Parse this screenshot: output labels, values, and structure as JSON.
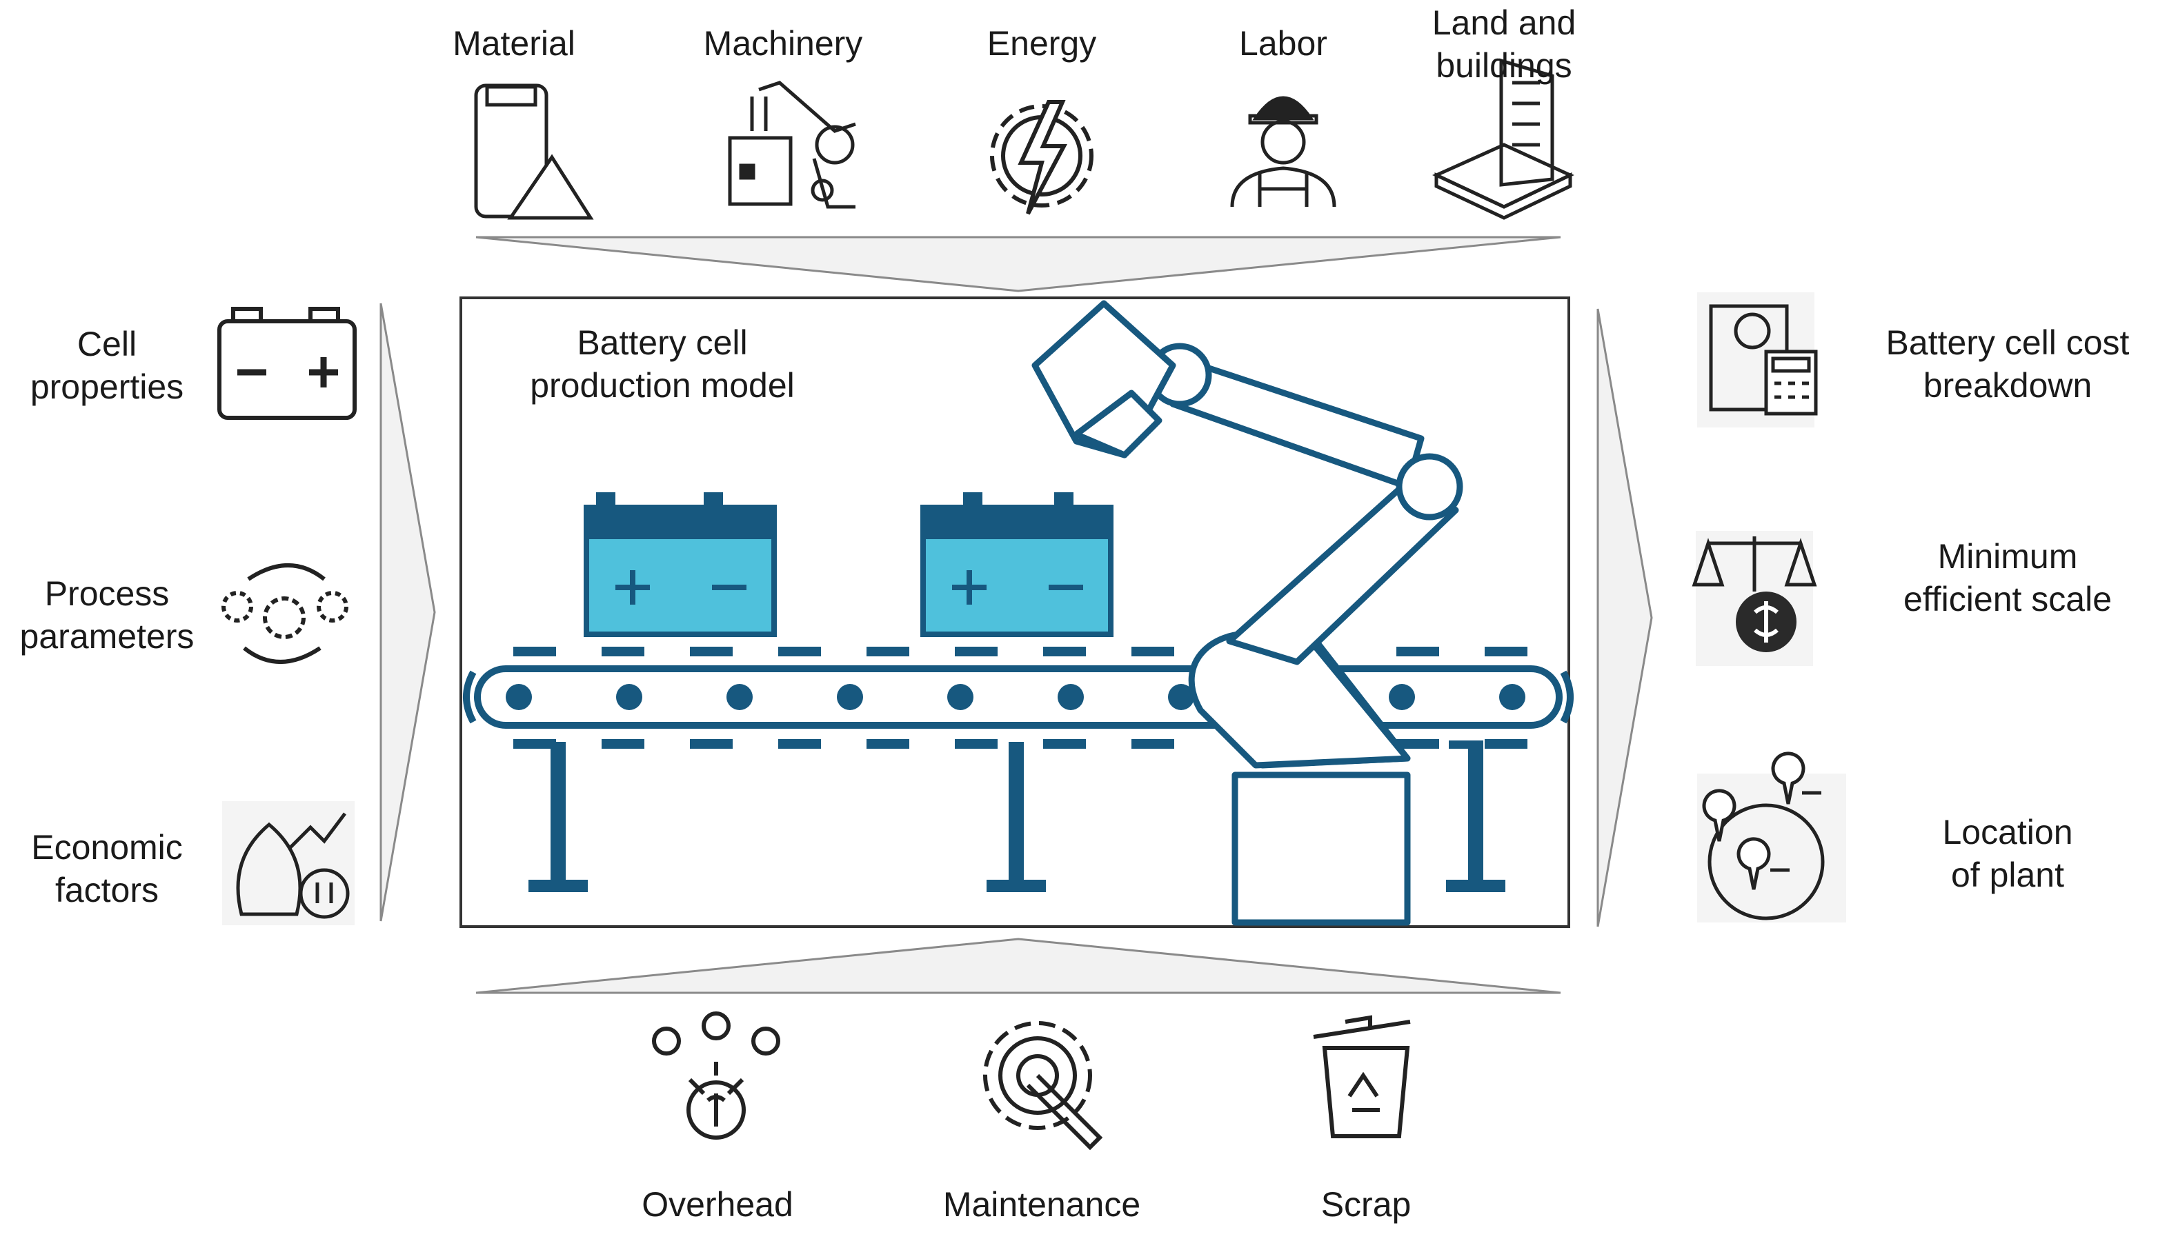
{
  "inputs_top": [
    {
      "icon": "material-jar-icon",
      "label": [
        "Material"
      ]
    },
    {
      "icon": "machinery-robot-arm-icon",
      "label": [
        "Machinery"
      ]
    },
    {
      "icon": "energy-gear-bolt-icon",
      "label": [
        "Energy"
      ]
    },
    {
      "icon": "labor-worker-icon",
      "label": [
        "Labor"
      ]
    },
    {
      "icon": "land-buildings-icon",
      "label": [
        "Land and",
        "buildings"
      ]
    }
  ],
  "inputs_left": [
    {
      "icon": "battery-icon",
      "label": [
        "Cell",
        "properties"
      ]
    },
    {
      "icon": "gears-cycle-icon",
      "label": [
        "Process",
        "parameters"
      ]
    },
    {
      "icon": "economic-factors-icon",
      "label": [
        "Economic",
        "factors"
      ]
    }
  ],
  "inputs_bottom": [
    {
      "icon": "overhead-coins-icon",
      "label": [
        "Overhead"
      ]
    },
    {
      "icon": "maintenance-gear-wrench-icon",
      "label": [
        "Maintenance"
      ]
    },
    {
      "icon": "scrap-recycle-bin-icon",
      "label": [
        "Scrap"
      ]
    }
  ],
  "outputs_right": [
    {
      "icon": "cost-breakdown-calculator-icon",
      "label": [
        "Battery cell cost",
        "breakdown"
      ]
    },
    {
      "icon": "balance-scale-dollar-icon",
      "label": [
        "Minimum",
        "efficient scale"
      ]
    },
    {
      "icon": "location-pins-icon",
      "label": [
        "Location",
        "of plant"
      ]
    }
  ],
  "center": {
    "title": [
      "Battery cell",
      "production model"
    ]
  },
  "colors": {
    "primary": "#17587f",
    "battery_fill": "#4fc1dc",
    "arrow_fill": "#f2f2f2",
    "arrow_stroke": "#8a8a8a",
    "icon": "#222222"
  }
}
